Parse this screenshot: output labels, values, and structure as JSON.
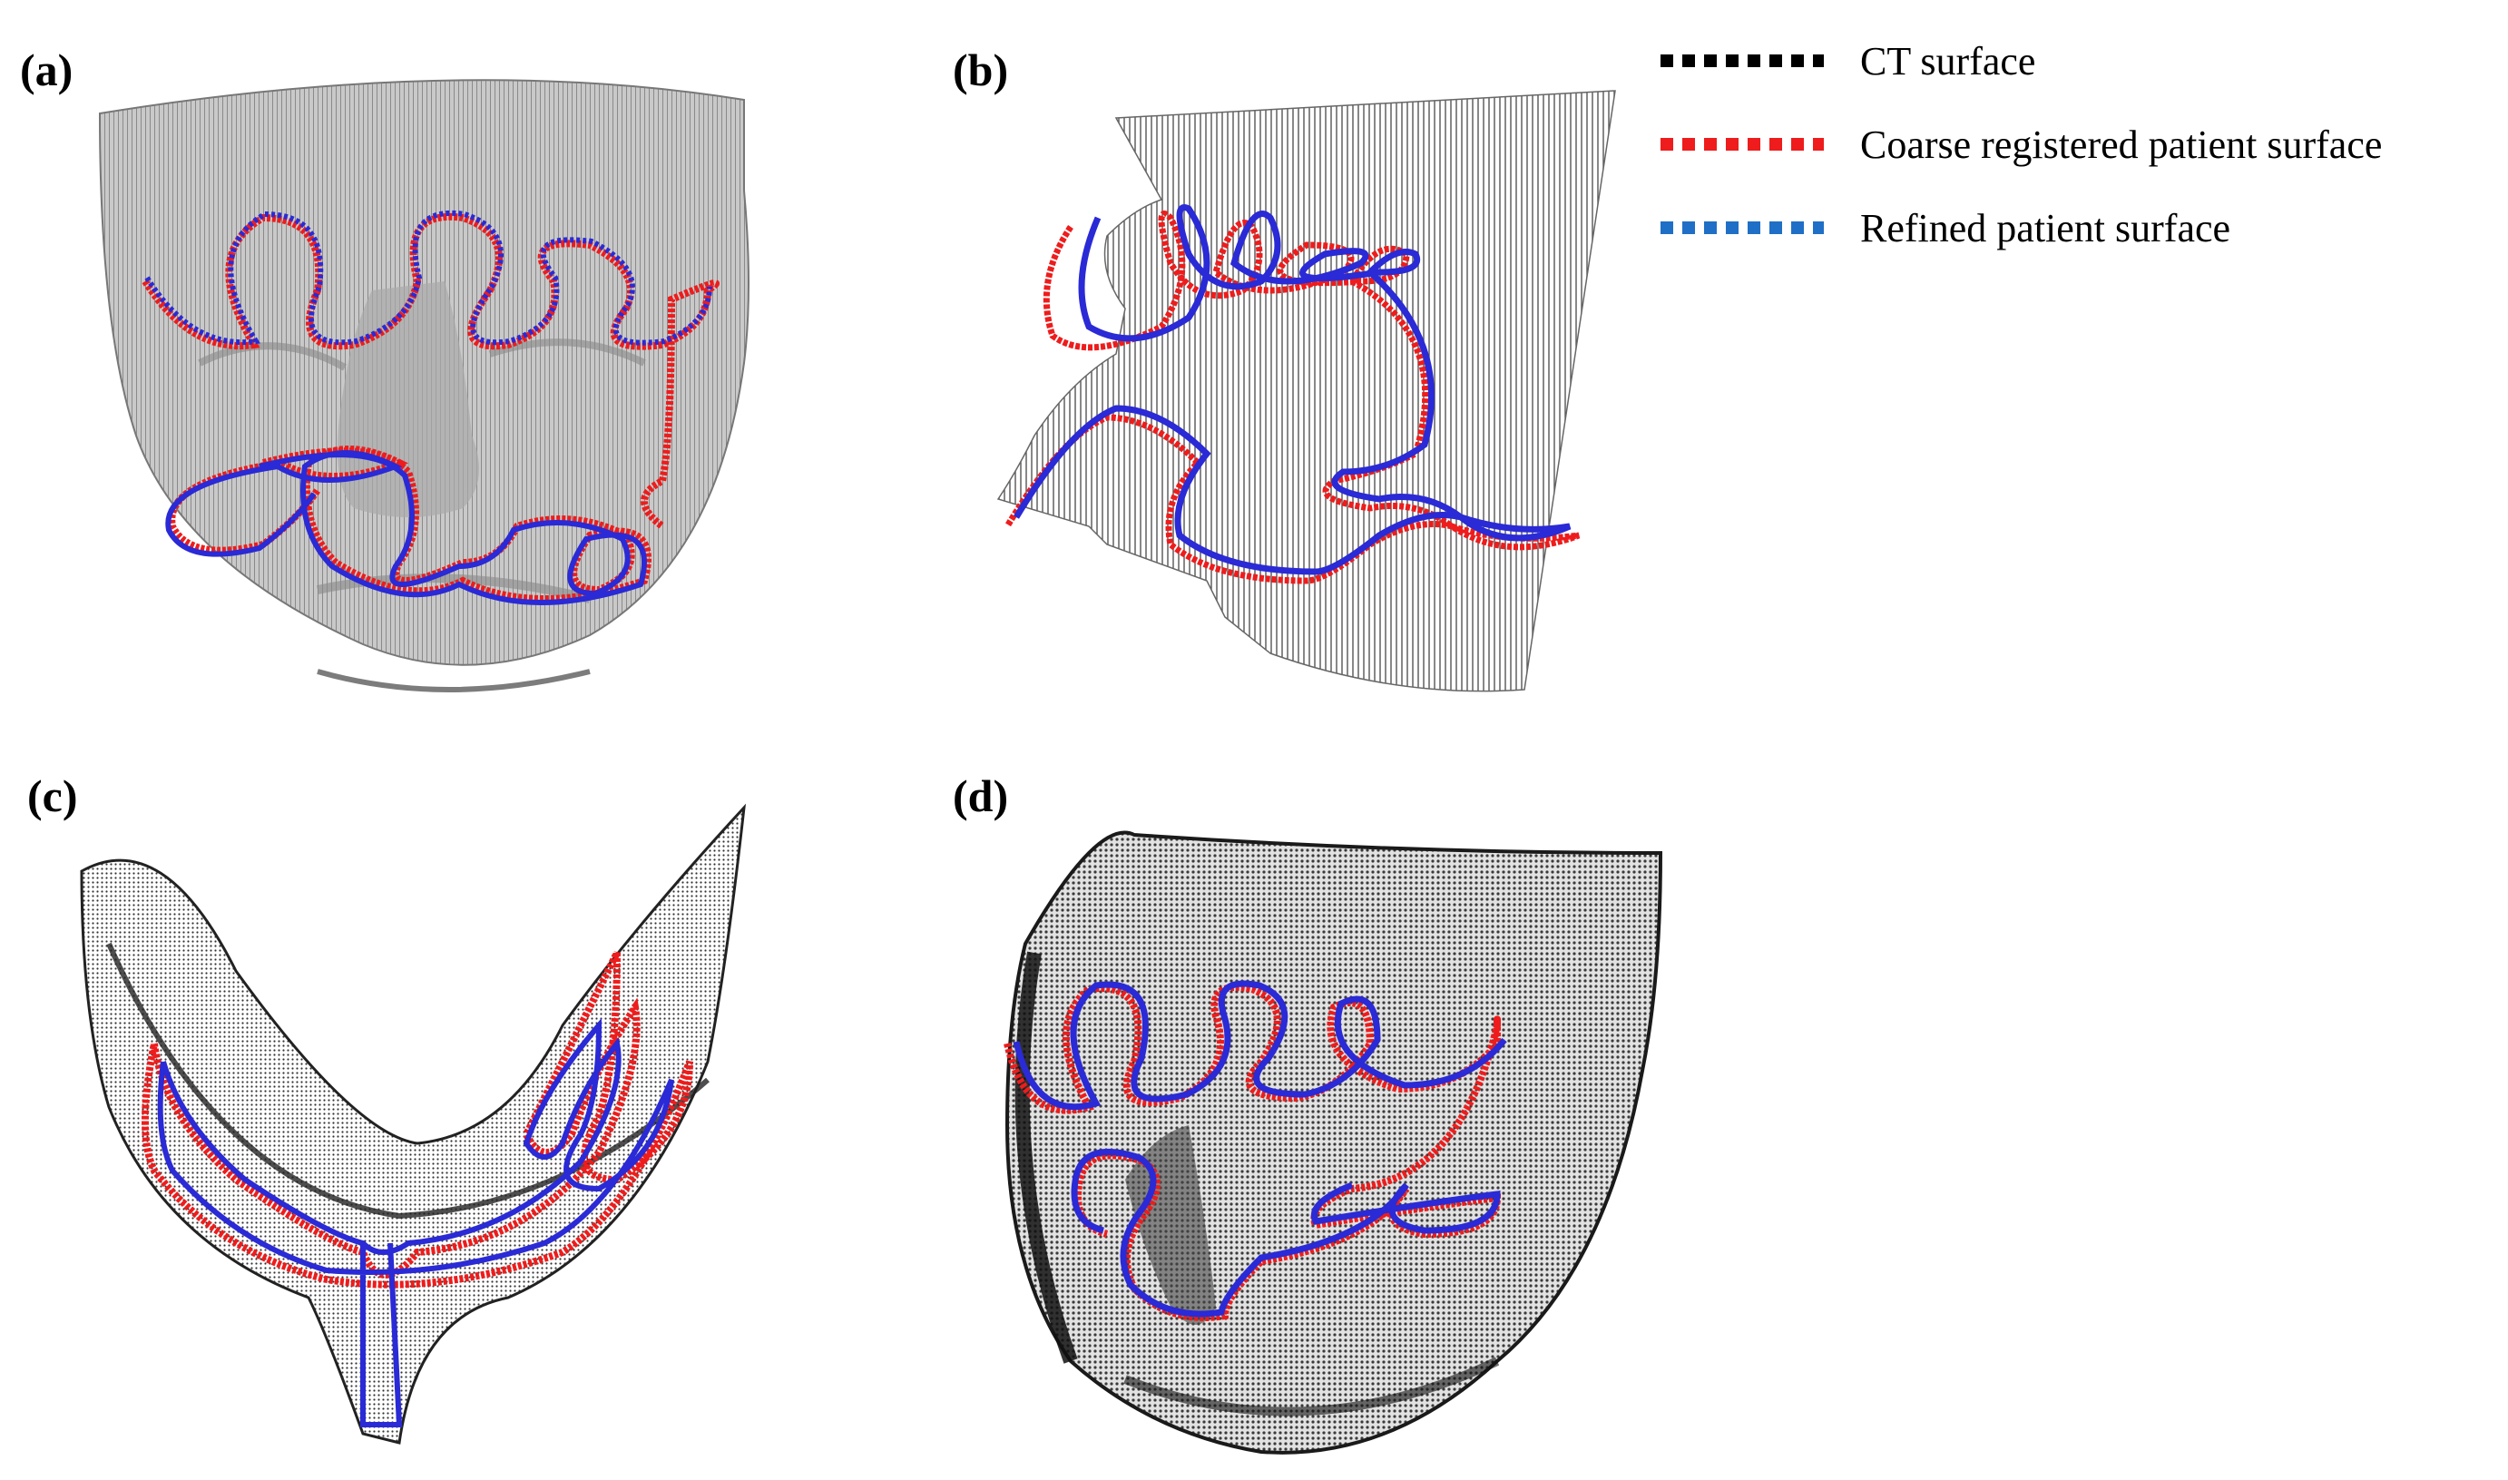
{
  "panels": {
    "a": {
      "label": "(a)"
    },
    "b": {
      "label": "(b)"
    },
    "c": {
      "label": "(c)"
    },
    "d": {
      "label": "(d)"
    }
  },
  "legend": {
    "items": [
      {
        "label": "CT surface",
        "color": "#000000"
      },
      {
        "label": "Coarse registered patient surface",
        "color": "#ee1c1c"
      },
      {
        "label": "Refined patient surface",
        "color": "#1f6fc6"
      }
    ]
  },
  "colors": {
    "surface": "#8a8a8a",
    "surface_light": "#d8d8d8",
    "coarse_path": "#ee1c1c",
    "refined_path": "#2a2ad6"
  }
}
